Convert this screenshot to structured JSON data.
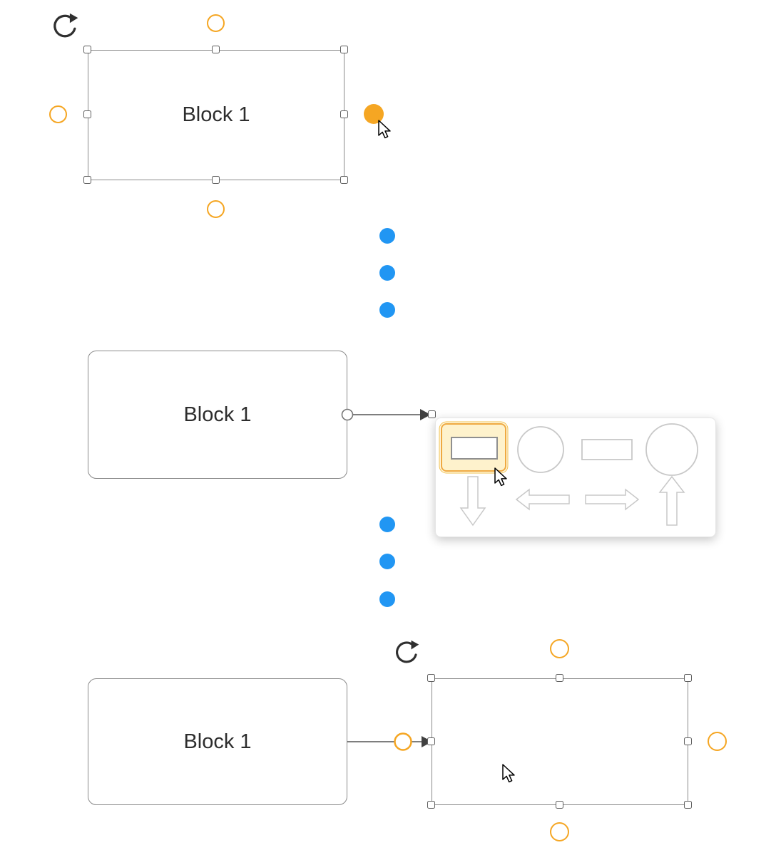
{
  "colors": {
    "accent_orange": "#F5A623",
    "accent_blue": "#2196F3",
    "shape_stroke": "#8a8a8a",
    "selection_handle_stroke": "#5f5f5f",
    "connector_line": "#6b6b6b",
    "arrowhead": "#404040",
    "popup_shape_stroke": "#c8c8c8",
    "highlight_fill": "#FEF2CC",
    "highlight_stroke": "#EFA941"
  },
  "step1": {
    "block_label": "Block 1"
  },
  "step2": {
    "block_label": "Block 1",
    "shape_picker": {
      "highlighted": "rectangle",
      "options": [
        "rectangle",
        "circle",
        "rectangle-wide",
        "ellipse",
        "arrow-down",
        "arrow-left",
        "arrow-right",
        "arrow-up"
      ]
    }
  },
  "step3": {
    "block_label": "Block 1"
  }
}
